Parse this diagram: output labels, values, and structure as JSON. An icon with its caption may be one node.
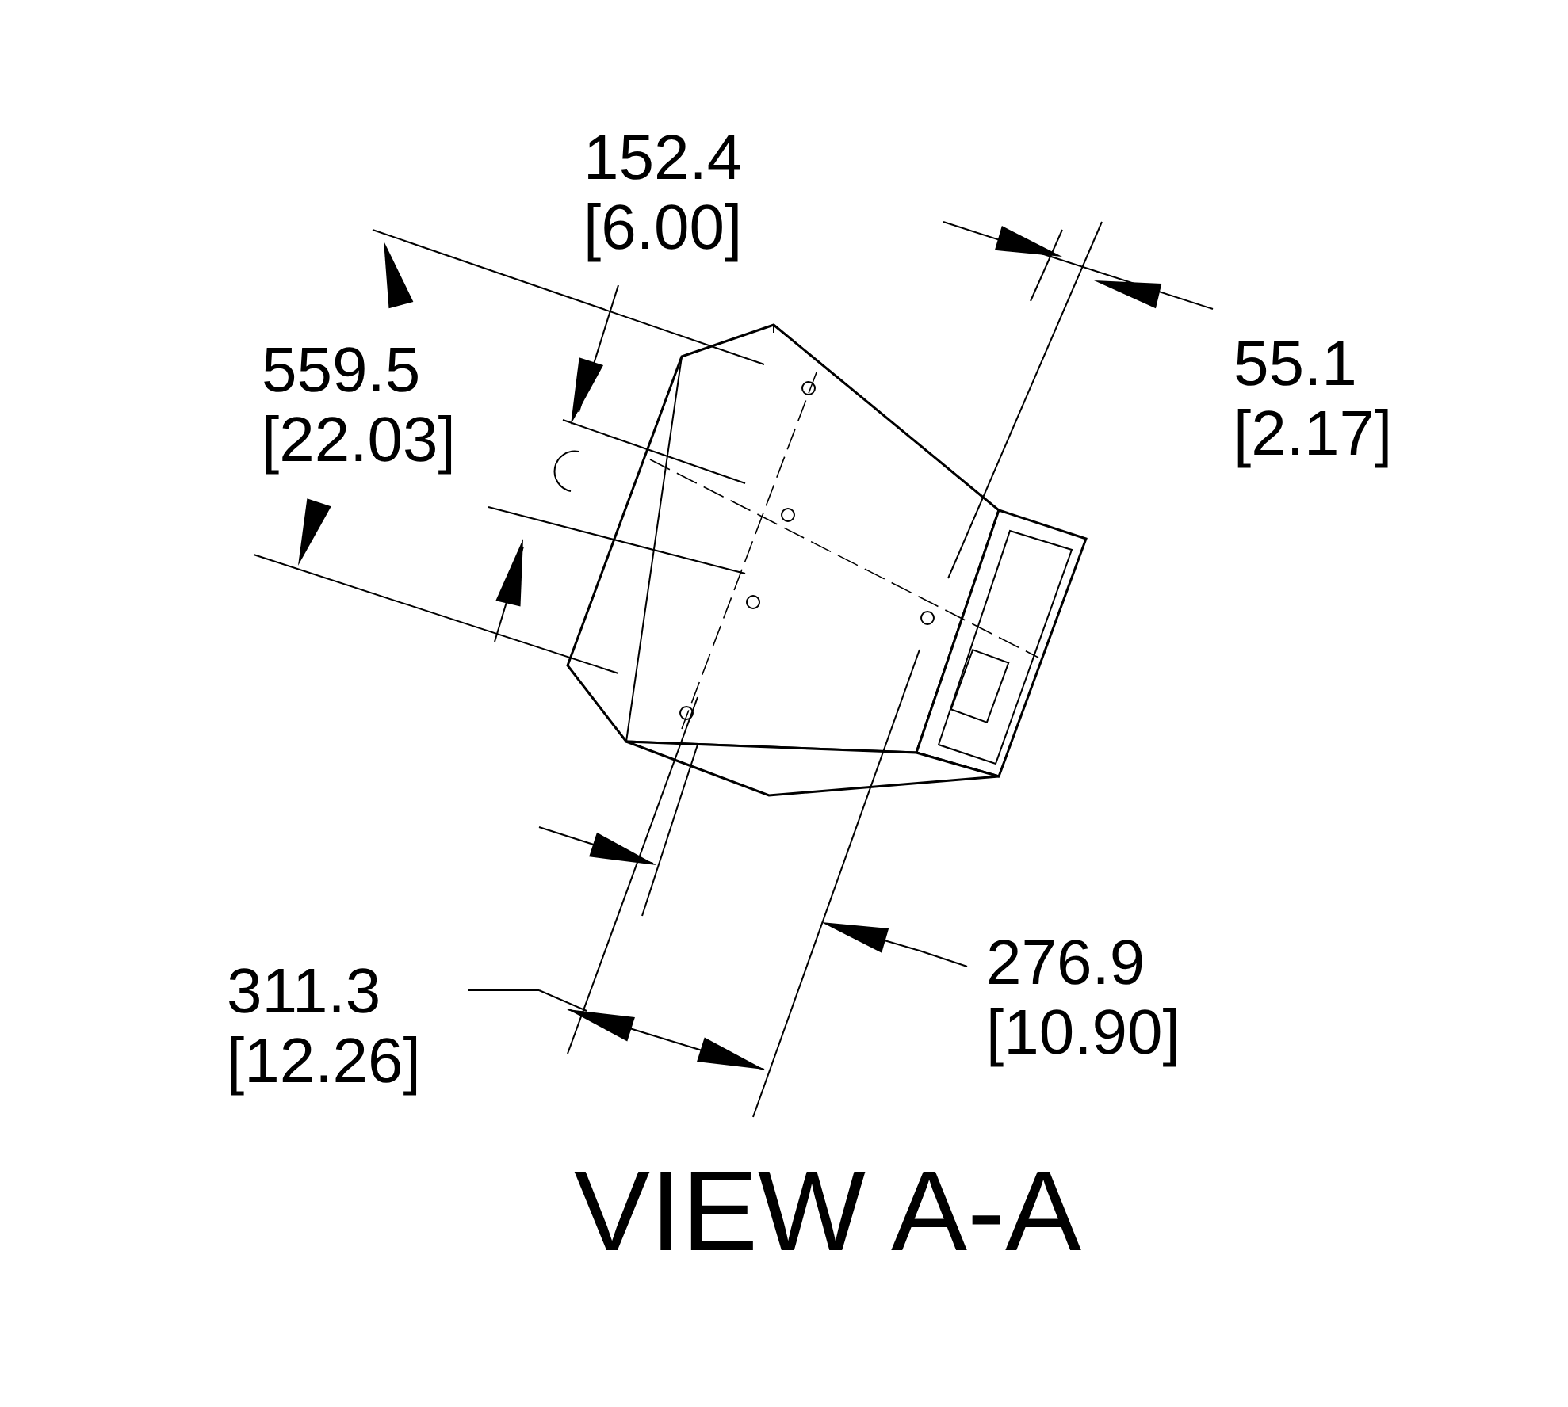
{
  "diagram": {
    "title": "VIEW A-A",
    "labels": [
      "152.4 [6.00]",
      "559.5 [22.03]",
      "55.1 [2.17]",
      "311.3 [12.26]",
      "276.9 [10.90]"
    ]
  }
}
